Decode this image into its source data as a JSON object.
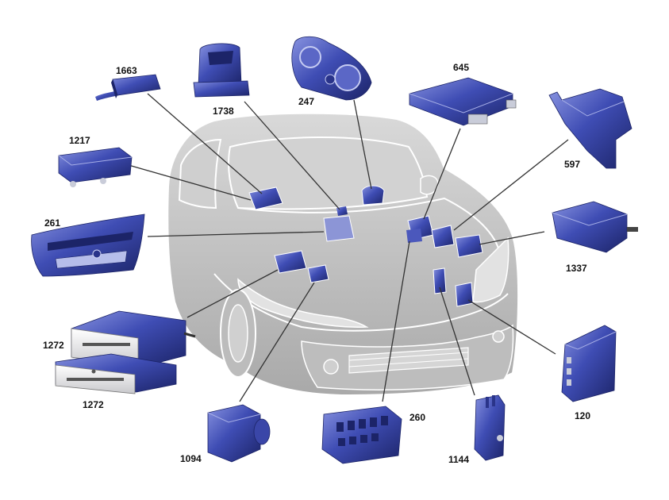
{
  "diagram": {
    "colors": {
      "module_fill": "#3d4bb0",
      "module_dark": "#1e2670",
      "module_light": "#7a86d8",
      "car_body": "#c8c8c8",
      "car_outline": "#ffffff",
      "leader_line": "#333333",
      "label_text": "#111111"
    },
    "components": [
      {
        "id": "c1663",
        "label": "1663",
        "icon": "antenna-module-icon"
      },
      {
        "id": "c1738",
        "label": "1738",
        "icon": "card-reader-icon"
      },
      {
        "id": "c247",
        "label": "247",
        "icon": "instrument-cluster-icon"
      },
      {
        "id": "c645",
        "label": "645",
        "icon": "engine-ecu-icon"
      },
      {
        "id": "c597",
        "label": "597",
        "icon": "fuse-box-cover-icon"
      },
      {
        "id": "c1217",
        "label": "1217",
        "icon": "control-unit-icon"
      },
      {
        "id": "c261",
        "label": "261",
        "icon": "radio-unit-icon"
      },
      {
        "id": "c1337",
        "label": "1337",
        "icon": "junction-box-icon"
      },
      {
        "id": "c1272a",
        "label": "1272",
        "icon": "cd-changer-icon"
      },
      {
        "id": "c1272b",
        "label": "1272",
        "icon": "navigation-unit-icon"
      },
      {
        "id": "c1094",
        "label": "1094",
        "icon": "abs-pump-icon"
      },
      {
        "id": "c260",
        "label": "260",
        "icon": "relay-box-icon"
      },
      {
        "id": "c1144",
        "label": "1144",
        "icon": "connector-block-icon"
      },
      {
        "id": "c120",
        "label": "120",
        "icon": "airbag-ecu-icon"
      }
    ]
  }
}
